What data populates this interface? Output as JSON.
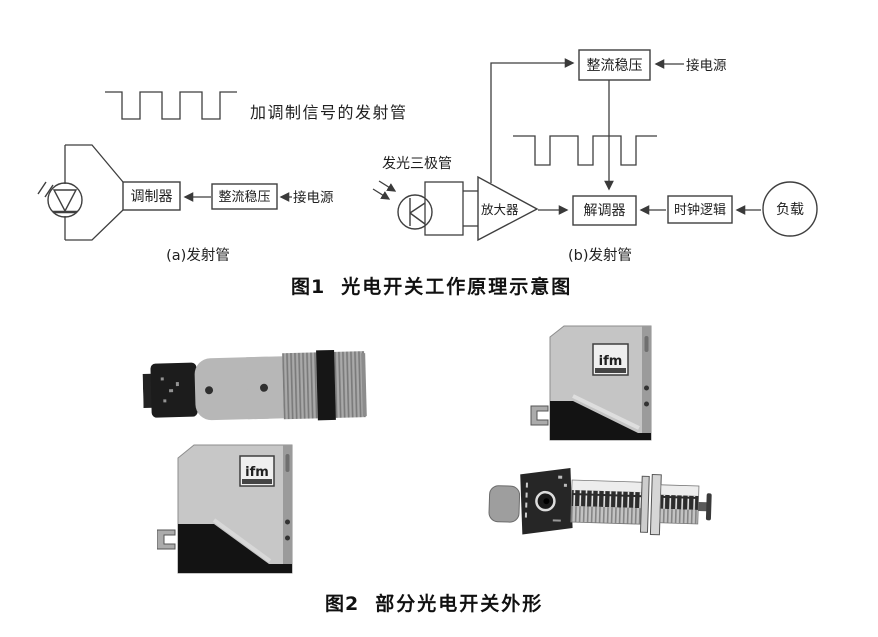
{
  "figure1": {
    "caption": {
      "prefix": "图1",
      "title": "光电开关工作原理示意图"
    },
    "transmitter": {
      "waveform_label": "加调制信号的发射管",
      "modulator": "调制器",
      "regulator": "整流稳压",
      "power": "接电源",
      "caption": "(a)发射管"
    },
    "receiver": {
      "sensor_label": "发光三极管",
      "amplifier": "放大器",
      "regulator": "整流稳压",
      "power": "接电源",
      "demodulator": "解调器",
      "clock_logic": "时钟逻辑",
      "load": "负载",
      "caption": "(b)发射管"
    }
  },
  "figure2": {
    "caption": {
      "prefix": "图2",
      "title": "部分光电开关外形"
    },
    "photos": {
      "cube_small": {
        "brand": "ifm"
      },
      "cube_large": {
        "brand": "ifm"
      }
    }
  },
  "colors": {
    "ink": "#3a3a3a",
    "paper": "#ffffff"
  }
}
